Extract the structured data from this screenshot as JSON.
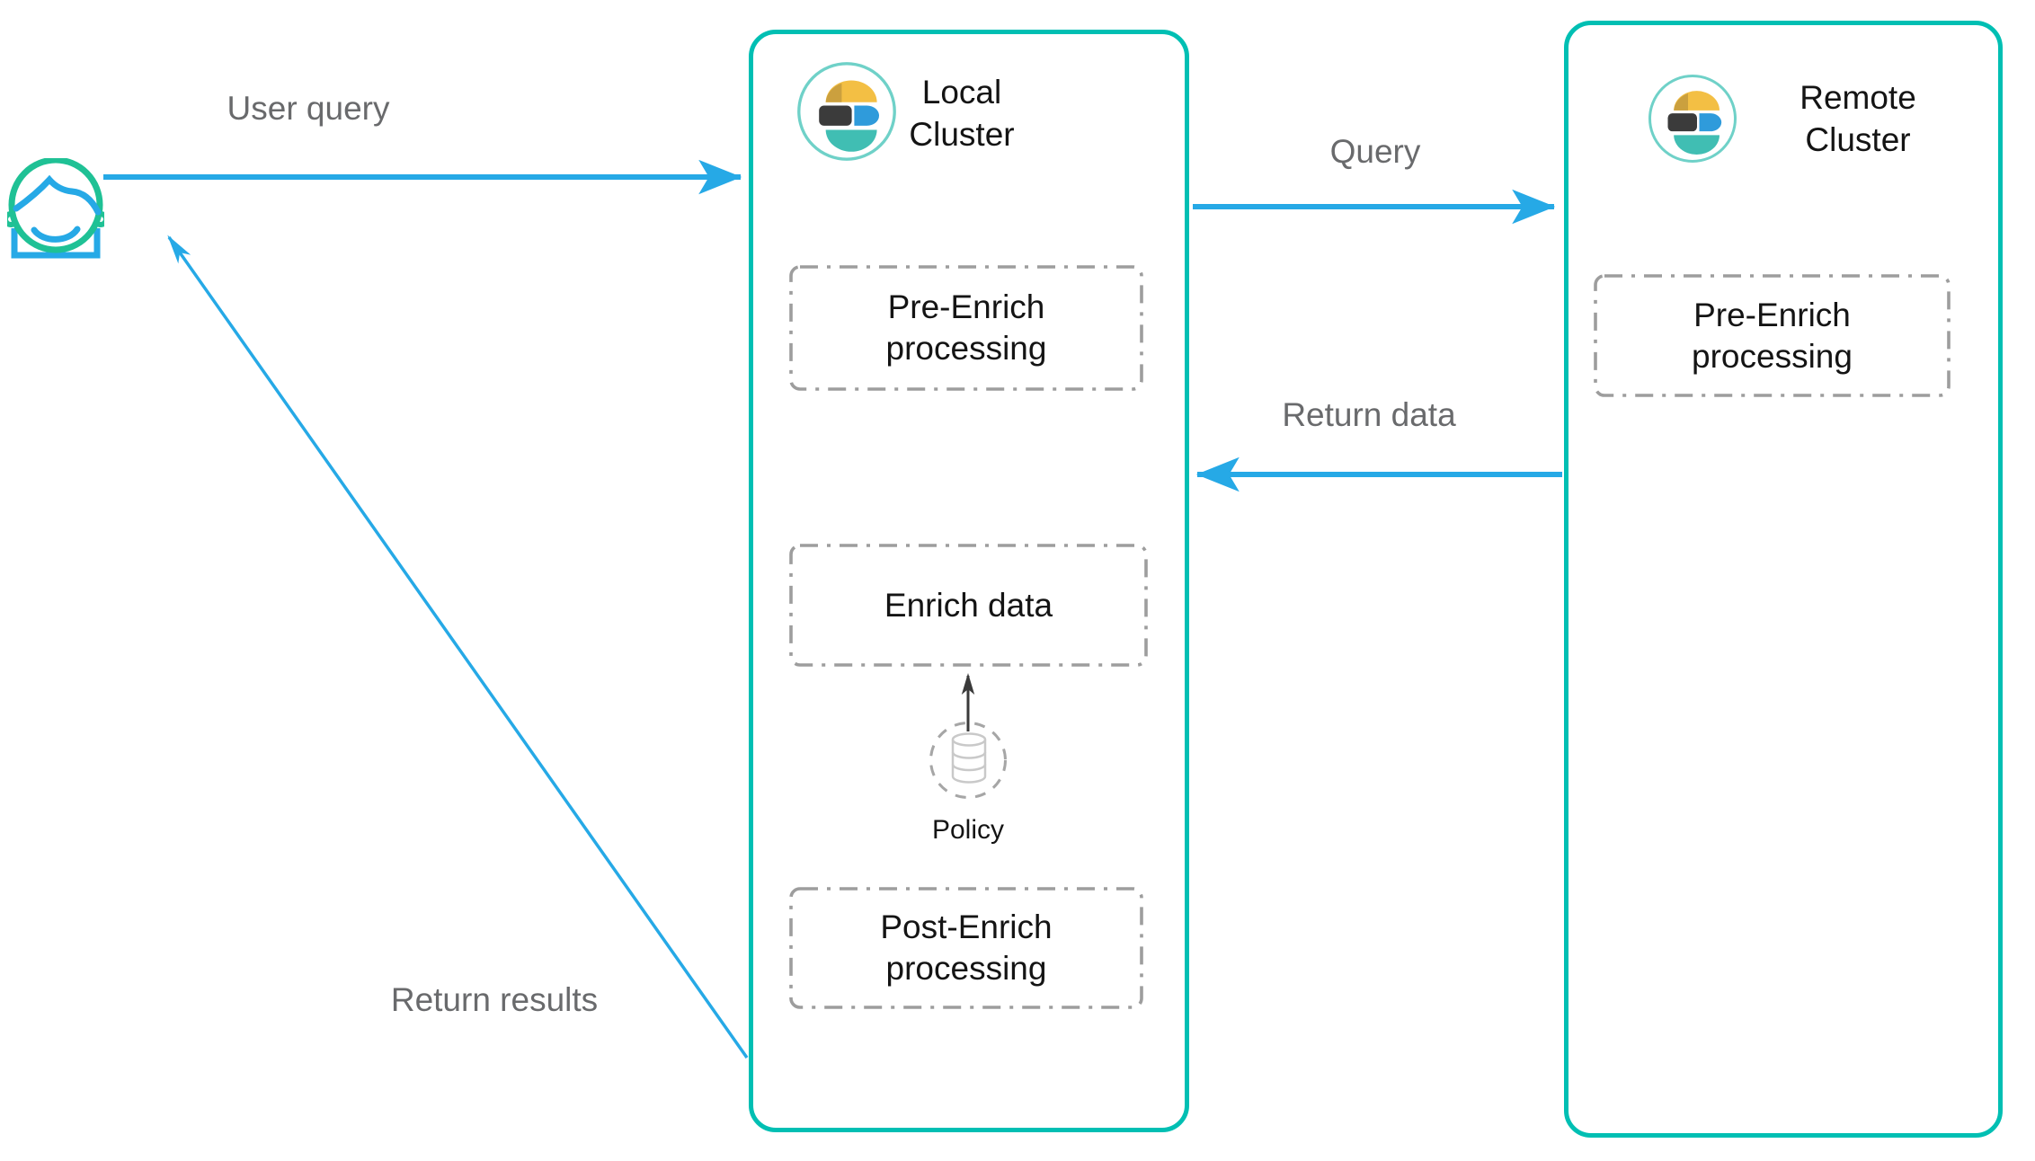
{
  "colors": {
    "cluster_border_teal": "#00bfb3",
    "arrow_blue": "#26a9e6",
    "label_gray": "#696a6c",
    "dashed_border_gray": "#9d9d9d",
    "text_black": "#141414",
    "face_green": "#1fc195",
    "logo_yellow": "#f3bf44",
    "logo_dark_yellow": "#cba03e",
    "logo_charcoal": "#3b3b3b",
    "logo_blue": "#2f9bdb",
    "logo_teal": "#40beb3"
  },
  "actor": {
    "icon": "user-face-icon"
  },
  "arrows": {
    "user_query": {
      "label": "User query"
    },
    "query": {
      "label": "Query"
    },
    "return_data": {
      "label": "Return data"
    },
    "return_results": {
      "label": "Return results"
    }
  },
  "local_cluster": {
    "logo_icon": "elasticsearch-logo-icon",
    "title_line1": "Local",
    "title_line2": "Cluster",
    "pre_enrich_line1": "Pre-Enrich",
    "pre_enrich_line2": "processing",
    "enrich_label": "Enrich data",
    "policy_label": "Policy",
    "policy_icon": "database-icon",
    "post_enrich_line1": "Post-Enrich",
    "post_enrich_line2": "processing"
  },
  "remote_cluster": {
    "logo_icon": "elasticsearch-logo-icon",
    "title_line1": "Remote",
    "title_line2": "Cluster",
    "pre_enrich_line1": "Pre-Enrich",
    "pre_enrich_line2": "processing"
  }
}
